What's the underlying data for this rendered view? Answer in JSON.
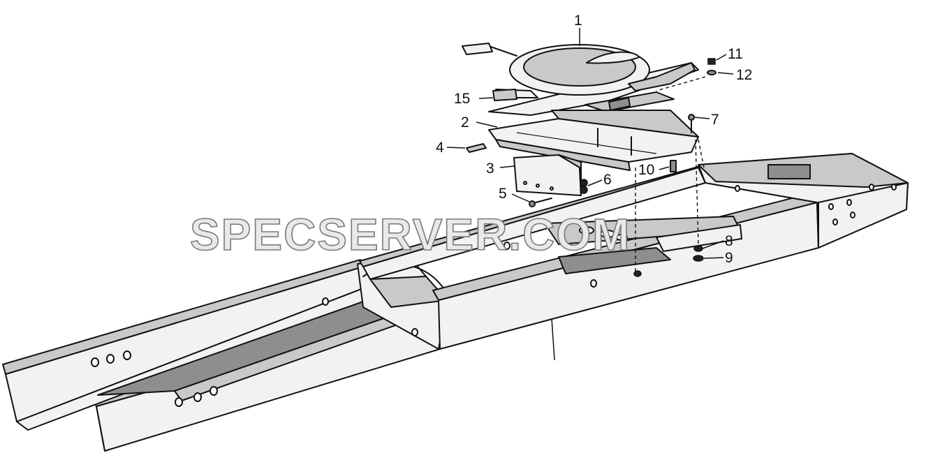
{
  "watermark": "SPECSERVER.COM",
  "callouts": {
    "c1": "1",
    "c2": "2",
    "c3": "3",
    "c4": "4",
    "c5": "5",
    "c6": "6",
    "c7": "7",
    "c8": "8",
    "c9": "9",
    "c10": "10",
    "c11": "11",
    "c12": "12",
    "c15": "15"
  }
}
